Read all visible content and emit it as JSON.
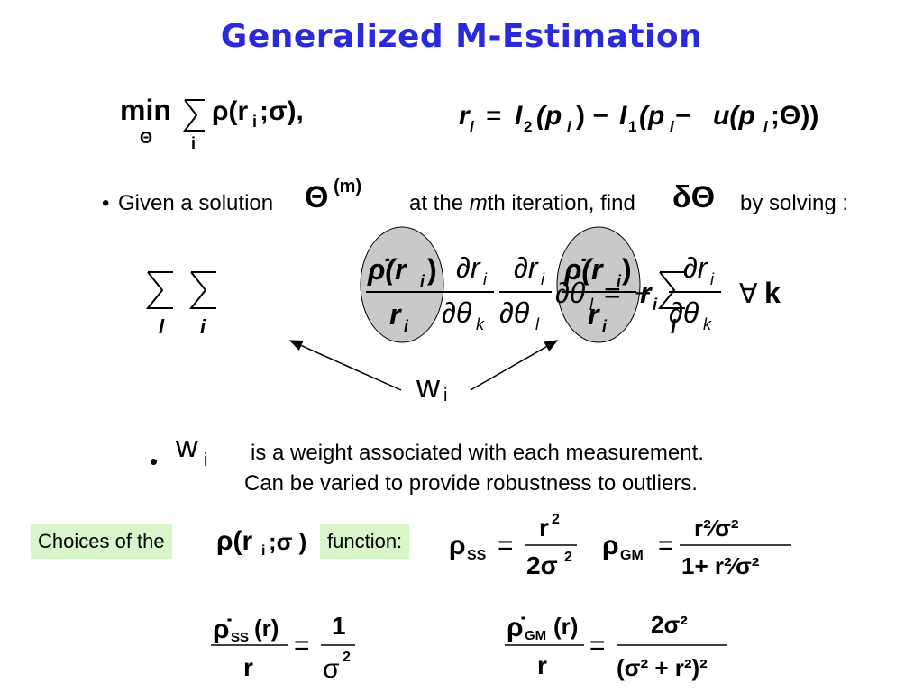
{
  "slide": {
    "title": "Generalized M-Estimation",
    "objective": {
      "min_word": "min",
      "min_sub": "Θ",
      "sum_sub": "i",
      "rho_open": "ρ(r",
      "rho_sub": "i",
      "rho_close": ";σ),"
    },
    "residual": {
      "lhs": "r",
      "lhs_sub": "i",
      "eq": "=",
      "i2": "I",
      "i2_sub": "2",
      "p1": "(p",
      "p1_sub": "i",
      "minus1": ") − ",
      "i1": "I",
      "i1_sub": "1",
      "p2": "(p",
      "p2_sub": "i",
      "minus2": " − ",
      "u": "u(p",
      "u_sub": "i",
      "theta": ";Θ))"
    },
    "bullet1": {
      "marker": "•",
      "text_a": "Given a solution",
      "theta": "Θ",
      "theta_sup": "(m)",
      "text_b_1": "at the ",
      "text_b_m": "m",
      "text_b_2": "th iteration, find",
      "delta_theta": "δΘ",
      "text_c": "by solving :"
    },
    "main_equation": {
      "sum_l": "l",
      "sum_i": "i",
      "num": "ρ̇(r",
      "num_sub": "i",
      "num_close": ")",
      "den": "r",
      "den_sub": "i",
      "dr": "∂r",
      "dr_sub": "i",
      "dtheta": "∂θ",
      "k": "k",
      "l": "l",
      "eq": "=",
      "minus": "−",
      "r": "r",
      "r_sub": "i",
      "forall": "∀",
      "forall_k": "k",
      "weight_label": "w",
      "weight_sub": "i"
    },
    "bullet2": {
      "marker": "•",
      "symbol": "w",
      "symbol_sub": "i",
      "line1": "is a weight associated with each measurement.",
      "line2": "Can be varied to provide robustness to outliers."
    },
    "choices": {
      "label_a": "Choices of the",
      "rho": "ρ(r",
      "rho_sub": "i",
      "rho_rest": ";σ )",
      "label_b": "function:",
      "ss_lhs": "ρ",
      "ss_sub": "SS",
      "ss_num": "r",
      "ss_num_sup": "2",
      "ss_den": "2σ",
      "ss_den_sup": "2",
      "gm_lhs": "ρ",
      "gm_sub": "GM",
      "gm_num": "r²⁄σ²",
      "gm_den": "1+ r²⁄σ²"
    },
    "derivatives": {
      "ss_lhs": "ρ̇",
      "ss_sub": "SS",
      "ss_arg": "(r)",
      "ss_den": "r",
      "ss_rhs_num": "1",
      "ss_rhs_den": "σ",
      "ss_rhs_sup": "2",
      "gm_lhs": "ρ̇",
      "gm_sub": "GM",
      "gm_arg": "(r)",
      "gm_den": "r",
      "gm_rhs_num": "2σ²",
      "gm_rhs_den": "(σ² + r²)²"
    },
    "colors": {
      "title": "#2a2ad8",
      "ellipse_fill": "#c9c9c9",
      "highlight": "#d9f5c9"
    }
  }
}
